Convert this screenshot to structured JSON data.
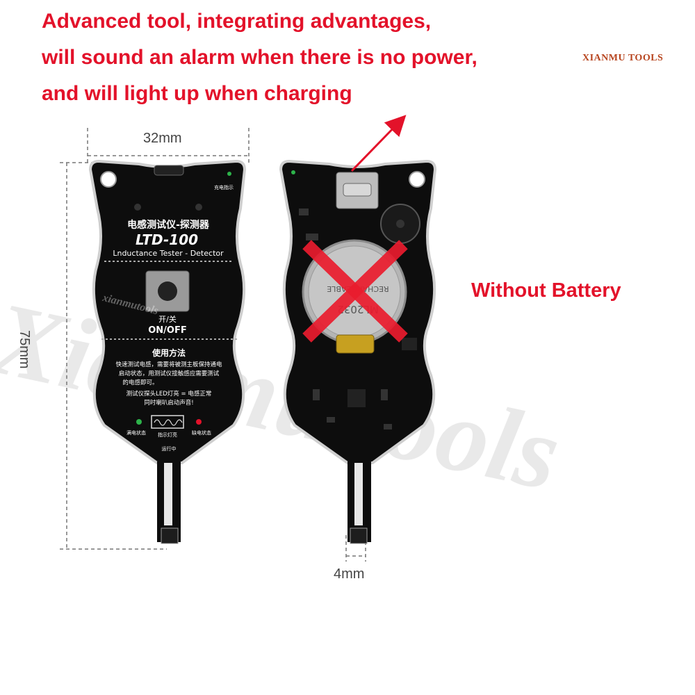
{
  "headline": {
    "line1": "Advanced tool, integrating advantages,",
    "line2": "will sound an alarm when there is no power,",
    "line3": "and will light up when charging"
  },
  "brand": "XIANMU TOOLS",
  "side_label": "Without Battery",
  "dimensions": {
    "width": "32mm",
    "height": "75mm",
    "probe": "4mm"
  },
  "watermark": {
    "big": "XianmuTools",
    "small": "xianmutools"
  },
  "front_board": {
    "title_cn": "电感测试仪-探测器",
    "model": "LTD-100",
    "subtitle": "Lnductance Tester - Detector",
    "switch_cn": "开/关",
    "switch_en": "ON/OFF",
    "usage_title": "使用方法",
    "usage_line1": "快速测试电感，需要将被测主板保持通电",
    "usage_line2": "启动状态，用测试仪接触感应需要测试",
    "usage_line3": "的电感即可。",
    "note_line1": "测试仪探头LED灯亮 = 电感正常",
    "note_line2": "同时喇叭启动声音!",
    "charge_label": "充电指示",
    "led_left": "满电状态",
    "led_right": "缺电状态",
    "coil_label": "指示灯亮",
    "run_label": "运行中"
  },
  "back_board": {
    "battery_text1": "RECHARGEABLE",
    "battery_text2": "ML2032"
  },
  "colors": {
    "accent": "#e3122a",
    "pcb": "#0d0d0d",
    "brand": "#b7451f"
  }
}
